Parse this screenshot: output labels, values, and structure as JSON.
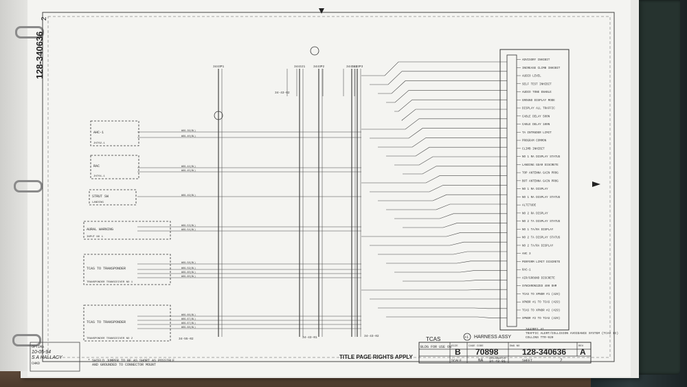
{
  "drawing": {
    "doc_number_vertical": "128-340636",
    "page_marker": "2",
    "sheet_footer_note": "TITLE PAGE RIGHTS APPLY",
    "shield_note_1": "* SHIELD JUMPER TO BE AS SHORT AS POSSIBLE",
    "shield_note_2": "AND GROUNDED TO CONNECTOR MOUNT",
    "harness_label": "HARNESS ASSY",
    "harness_ref": "+1",
    "system_label": "TCAS",
    "signature_block": {
      "name": "S A HALLACY",
      "date": "10-05-94",
      "label": "OPTIMA",
      "chkd": "CHKD"
    },
    "devices_left": [
      {
        "name": "AHC-1",
        "ref": "JH702-1"
      },
      {
        "name": "RAC",
        "ref": "JH701-1"
      },
      {
        "name": "STRUT SW",
        "ref": "LANDING"
      },
      {
        "name": "AURAL WARNING",
        "ref": "INPUT NO 1"
      },
      {
        "name": "TCAS TO TRANSPONDER",
        "ref": "TRANSPONDER TRANSCEIVER NO 1"
      },
      {
        "name": "TCAS TO TRANSPONDER",
        "ref": "TRANSPONDER TRANSCEIVER NO 2"
      }
    ],
    "connectors": [
      "3443P1",
      "3443J1",
      "3443P2",
      "3443J2",
      "3443P3"
    ],
    "right_terminal_labels": [
      "ADVISORY INHIBIT",
      "INCREASE CLIMB INHIBIT",
      "AUDIO LEVEL",
      "SELF TEST INHIBIT",
      "AUDIO TONE ENABLE",
      "GROUND DISPLAY MODE",
      "DISPLAY ALL TRAFFIC",
      "CABLE DELAY 500N",
      "CABLE DELAY 100N",
      "TA INTRUDER LIMIT",
      "PROGRAM COMMON",
      "CLIMB INHIBIT",
      "NO 1 RA DISPLAY STATUS",
      "LANDING GEAR DISCRETE",
      "TOP ANTENNA GAIN PROG",
      "BOT ANTENNA GAIN PROG",
      "NO 1 RA DISPLAY",
      "NO 1 RA DISPLAY STATUS",
      "ALTITUDE",
      "NO 2 RA DISPLAY",
      "NO 2 TA DISPLAY STATUS",
      "NO 1 TA/RA DISPLAY",
      "NO 2 TA DISPLAY STATUS",
      "NO 2 TA/RA DISPLAY",
      "AHC 3",
      "PERFORM LIMIT DISCRETE",
      "RAC-1",
      "AIR/GROUND DISCRETE",
      "SYNCHRONIZED 400 OHM",
      "TCAS TO XPNDR #1 (429)",
      "XPNDR #1 TO TCAS (429)",
      "TCAS TO XPNDR #2 (429)",
      "XPNDR #2 TO TCAS (429)"
    ],
    "title_block": {
      "equipment": "TRAFFIC ALERT/COLLISION AVOIDANCE SYSTEM (TCAS II)",
      "equipment_ref": "3443RE1 A1",
      "vendor": "COLLINS TTR-920",
      "size_label": "SIZE",
      "size": "B",
      "cage_label": "CAGE CODE",
      "cage": "70898",
      "dwg_label": "DWG NO",
      "dwg_no": "128-340636",
      "rev_label": "REV",
      "rev": "A",
      "scale_label": "SCALE",
      "scale": "NA",
      "designator_label": "DESIGNATOR",
      "designator": "34-43-01",
      "sheet_label": "SHEET",
      "sheet": "2"
    },
    "ref_codes": [
      "34-43-02",
      "34-43-01",
      "34-55-02",
      "34-43-02"
    ]
  }
}
